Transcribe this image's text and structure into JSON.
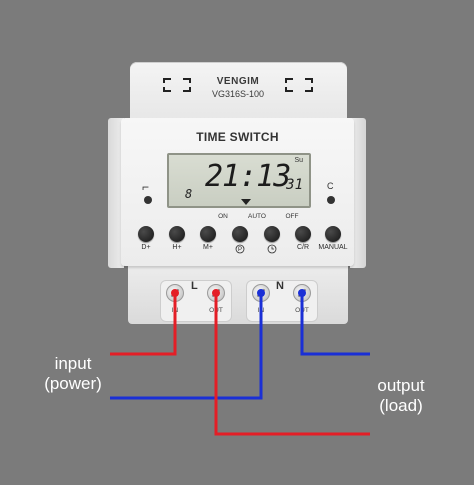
{
  "device": {
    "brand": "VENGIM",
    "model": "VG316S-100",
    "title": "TIME SWITCH"
  },
  "lcd": {
    "day": "Su",
    "time": "21:13",
    "seconds": "31",
    "program": "8"
  },
  "mode_labels": {
    "on": "ON",
    "auto": "AUTO",
    "off": "OFF"
  },
  "corner_glyphs": {
    "left": "⌐",
    "right": "C"
  },
  "buttons": [
    {
      "label": "D+"
    },
    {
      "label": "H+"
    },
    {
      "label": "M+"
    },
    {
      "label": "P",
      "icon": "program-p-icon"
    },
    {
      "label": "",
      "icon": "clock-icon"
    },
    {
      "label": "C/R"
    },
    {
      "label": "MANUAL"
    }
  ],
  "terminals": {
    "left_letter": "L",
    "right_letter": "N",
    "in_label": "IN",
    "out_label": "OUT"
  },
  "captions": {
    "input_line1": "input",
    "input_line2": "(power)",
    "output_line1": "output",
    "output_line2": "(load)"
  },
  "colors": {
    "background": "#7b7b7b",
    "live_wire": "#e41e26",
    "neutral_wire": "#1a2fd6",
    "caption_text": "#ffffff"
  }
}
